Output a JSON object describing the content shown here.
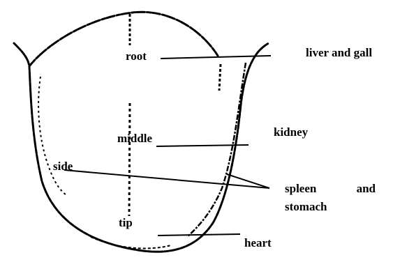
{
  "tongue_labels": {
    "root": "root",
    "middle": "middle",
    "side": "side",
    "tip": "tip"
  },
  "organ_labels": {
    "liver_gall": "liver and gall",
    "kidney": "kidney",
    "spleen_stomach_line1": "spleen and",
    "spleen_stomach_line2": "stomach",
    "heart": "heart"
  },
  "colors": {
    "ink": "#000000",
    "background": "#ffffff"
  }
}
